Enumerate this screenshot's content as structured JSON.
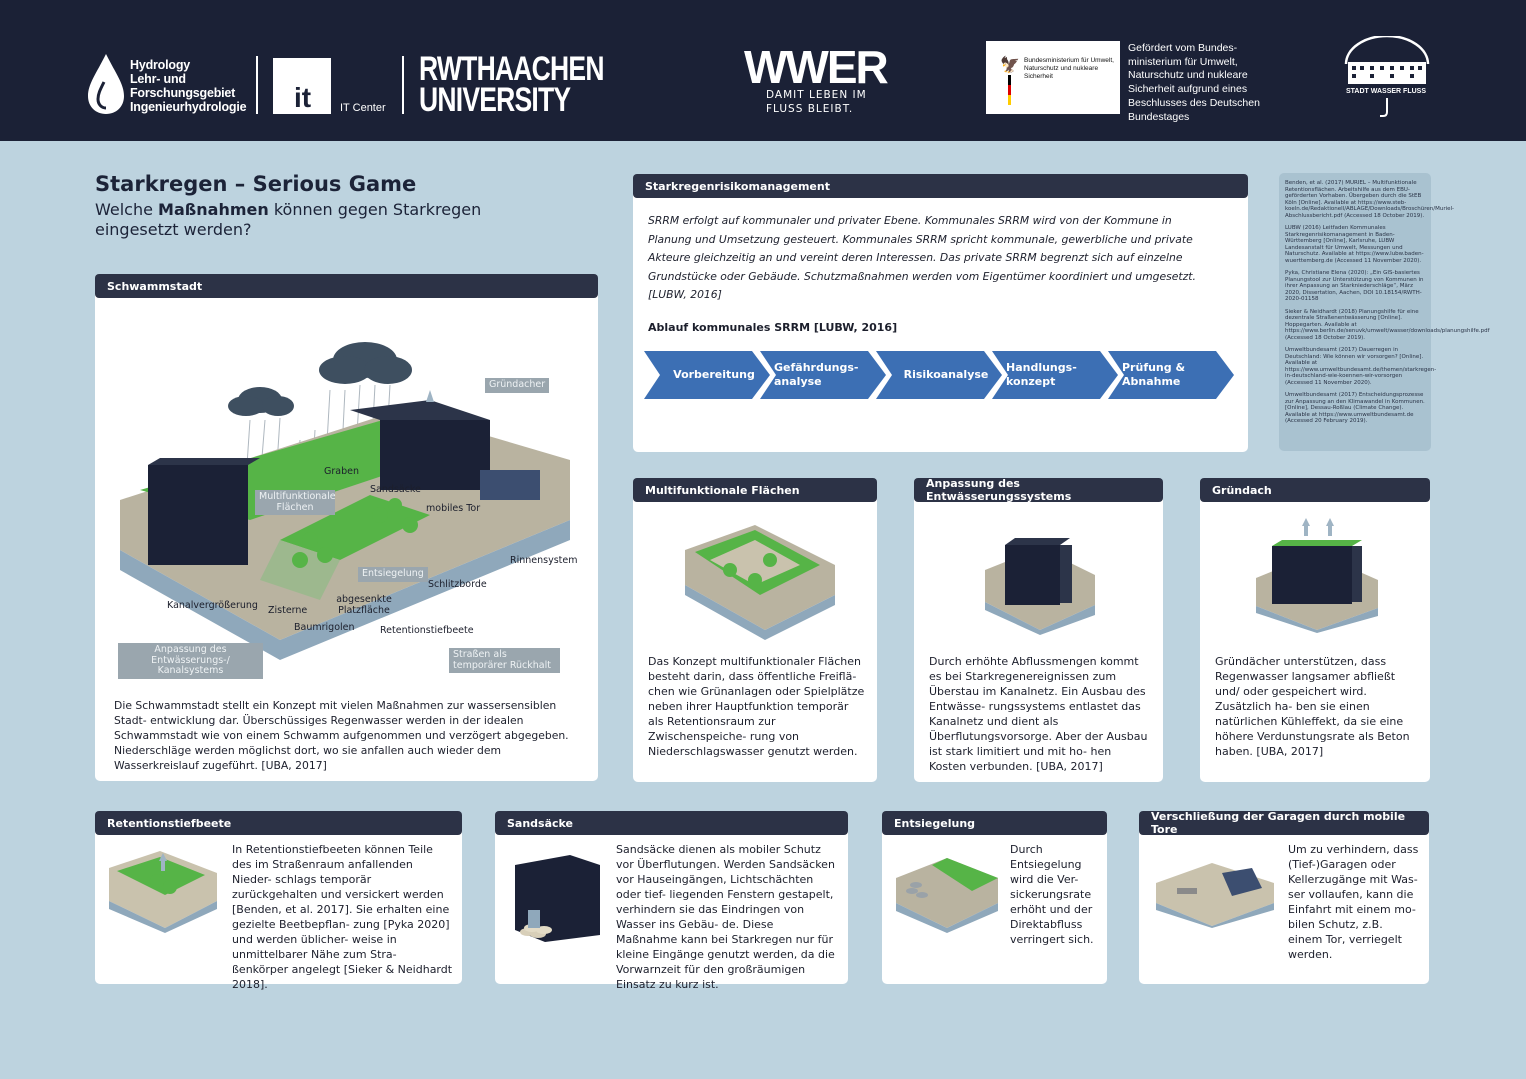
{
  "header": {
    "hydrology": [
      "Hydrology",
      "Lehr- und",
      "Forschungsgebiet",
      "Ingenieurhydrologie"
    ],
    "it_logo": "it",
    "it_center": "IT Center",
    "rwth_line1": "RWTHAACHEN",
    "rwth_line2": "UNIVERSITY",
    "wwer": "WWER",
    "wwer_tagline": "DAMIT LEBEN IM FLUSS BLEIBT.",
    "bmu": "Bundesministerium für Umwelt, Naturschutz und nukleare Sicherheit",
    "funding": "Gefördert vom Bundes- ministerium für Umwelt, Naturschutz und nukleare Sicherheit aufgrund eines Beschlusses des Deutschen Bundestages",
    "swf": "STADT WASSER FLUSS"
  },
  "title": "Starkregen – Serious Game",
  "subtitle_pre": "Welche ",
  "subtitle_bold": "Maßnahmen",
  "subtitle_post": " können gegen Starkregen eingesetzt werden?",
  "schwammstadt": {
    "heading": "Schwammstadt",
    "labels": {
      "gruendacher": "Gründacher",
      "graben": "Graben",
      "sandsaecke": "Sandsäcke",
      "multi": "Multifunktionale Flächen",
      "mobiles_tor": "mobiles Tor",
      "rinnensystem": "Rinnensystem",
      "entsiegelung": "Entsiegelung",
      "schlitzborde": "Schlitzborde",
      "kanalvergroesserung": "Kanalvergrößerung",
      "zisterne": "Zisterne",
      "abgesenkte": "abgesenkte Platzfläche",
      "baumrigolen": "Baumrigolen",
      "retentionstiefbeete": "Retentionstiefbeete",
      "anpassung": "Anpassung des Entwässerungs-/ Kanalsystems",
      "strassen": "Straßen als temporärer Rückhalt"
    },
    "text": "Die Schwammstadt stellt ein Konzept mit vielen Maßnahmen zur wassersensiblen Stadt- entwicklung dar. Überschüssiges Regenwasser werden in der idealen Schwammstadt wie von einem Schwamm aufgenommen und verzögert abgegeben. Niederschläge werden möglichst dort, wo sie anfallen auch wieder dem Wasserkreislauf zugeführt. [UBA, 2017]"
  },
  "srrm": {
    "heading": "Starkregenrisikomanagement",
    "text": "SRRM erfolgt auf kommunaler und privater Ebene. Kommunales SRRM wird von der Kommune in Planung und Umsetzung gesteuert. Kommunales SRRM spricht kommunale, gewerbliche und private Akteure gleichzeitig an und vereint deren Interessen. Das private SRRM begrenzt sich auf einzelne Grundstücke oder Gebäude. Schutzmaßnahmen werden vom Eigentümer koordiniert und umgesetzt. [LUBW, 2016]",
    "ablauf": "Ablauf kommunales SRRM [LUBW, 2016]",
    "steps": [
      "Vorbereitung",
      "Gefährdungs- analyse",
      "Risikoanalyse",
      "Handlungs- konzept",
      "Prüfung & Abnahme"
    ]
  },
  "refs": [
    "Benden, et al. (2017) MURIEL – Multifunktionale Retentionsflächen. Arbeitshilfe aus dem EBU-geförderten Vorhaben. Übergeben durch die StEB Köln [Online]. Available at https://www.steb-koeln.de/Redaktionell/ABLAGE/Downloads/Broschüren/Muriel-Abschlussbericht.pdf (Accessed 18 October 2019).",
    "LUBW (2016) Leitfaden Kommunales Starkregenrisikomanagement in Baden-Württemberg [Online], Karlsruhe, LUBW Landesanstalt für Umwelt, Messungen und Naturschutz. Available at https://www.lubw.baden-wuerttemberg.de (Accessed 11 November 2020).",
    "Pyka, Christiane Elena (2020): „Ein GIS-basiertes Planungstool zur Unterstützung von Kommunen in ihrer Anpassung an Starkniederschläge“, März 2020, Dissertation, Aachen, DOI 10.18154/RWTH-2020-01158",
    "Sieker & Neidhardt (2018) Planungshilfe für eine dezentrale Straßenentwässerung [Online]. Hoppegarten. Available at https://www.berlin.de/senuvk/umwelt/wasser/downloads/planungshilfe.pdf (Accessed 18 October 2019).",
    "Umweltbundesamt (2017) Dauerregen in Deutschland: Wie können wir vorsorgen? [Online]. Available at https://www.umweltbundesamt.de/themen/starkregen-in-deutschland-wie-koennen-wir-vorsorgen (Accessed 11 November 2020).",
    "Umweltbundesamt (2017) Entscheidungsprozesse zur Anpassung an den Klimawandel in Kommunen. [Online], Dessau-Roßlau (Climate Change). Available at https://www.umweltbundesamt.de (Accessed 20 February 2019)."
  ],
  "multi": {
    "heading": "Multifunktionale Flächen",
    "text": "Das Konzept multifunktionaler Flächen besteht darin, dass öffentliche Freiflä- chen wie Grünanlagen oder Spielplätze neben ihrer Hauptfunktion temporär als Retentionsraum zur Zwischenspeiche- rung von Niederschlagswasser genutzt werden."
  },
  "anpassung": {
    "heading": "Anpassung des Entwässerungssystems",
    "text": "Durch erhöhte Abflussmengen kommt es bei Starkregenereignissen zum Überstau im Kanalnetz. Ein Ausbau des Entwässe- rungssystems entlastet das Kanalnetz und dient als Überflutungsvorsorge. Aber der Ausbau ist stark limitiert und mit ho- hen Kosten verbunden. [UBA, 2017]"
  },
  "gruendach": {
    "heading": "Gründach",
    "text": "Gründächer unterstützen, dass Regenwasser langsamer abfließt und/ oder gespeichert wird. Zusätzlich ha- ben sie einen natürlichen Kühleffekt, da sie eine höhere Verdunstungsrate als Beton haben. [UBA, 2017]"
  },
  "retention": {
    "heading": "Retentionstiefbeete",
    "text": "In Retentionstiefbeeten können Teile des im Straßenraum anfallenden Nieder- schlags temporär zurückgehalten und versickert werden [Benden, et al. 2017]. Sie erhalten eine gezielte Beetbepflan- zung [Pyka 2020] und werden üblicher- weise in unmittelbarer Nähe zum Stra- ßenkörper angelegt [Sieker & Neidhardt 2018]."
  },
  "sandsaecke": {
    "heading": "Sandsäcke",
    "text": "Sandsäcke dienen als mobiler Schutz vor Überflutungen. Werden Sandsäcken vor Hauseingängen, Lichtschächten oder tief- liegenden Fenstern gestapelt, verhindern sie das Eindringen von Wasser ins Gebäu- de. Diese Maßnahme kann bei Starkregen nur für kleine Eingänge genutzt werden, da die Vorwarnzeit für den großräumigen Einsatz zu kurz ist."
  },
  "entsiegelung": {
    "heading": "Entsiegelung",
    "text": "Durch Entsiegelung wird die Ver- sickerungsrate erhöht und der Direktabfluss verringert sich."
  },
  "garagen": {
    "heading": "Verschließung der Garagen durch mobile Tore",
    "text": "Um zu verhindern, dass (Tief-)Garagen oder Kellerzugänge mit Was- ser vollaufen, kann die Einfahrt mit einem mo- bilen Schutz, z.B. einem Tor, verriegelt werden."
  },
  "colors": {
    "navy": "#1b2136",
    "header_bar": "#2c3246",
    "arrow": "#3c6fb4",
    "green": "#56b447",
    "bg": "#bdd3df"
  }
}
